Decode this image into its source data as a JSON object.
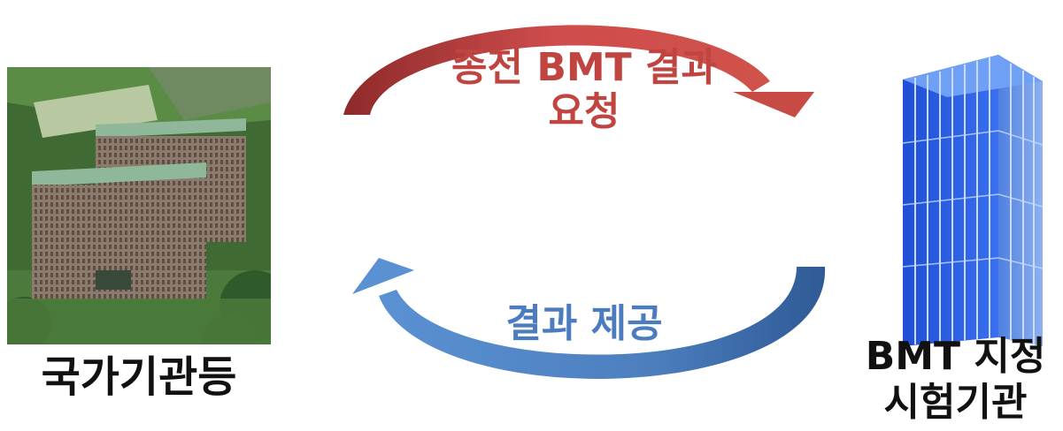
{
  "left_entity": {
    "label": "국가기관등",
    "icon": "government-building-photo"
  },
  "right_entity": {
    "label_line1": "BMT 지정",
    "label_line2": "시험기관",
    "icon": "office-tower-icon"
  },
  "top_arrow": {
    "label_line1": "종전 BMT 결과",
    "label_line2": "요청",
    "direction": "left-to-right",
    "color": "#b23a3a"
  },
  "bottom_arrow": {
    "label": "결과 제공",
    "direction": "right-to-left",
    "color": "#4a7cbf"
  }
}
